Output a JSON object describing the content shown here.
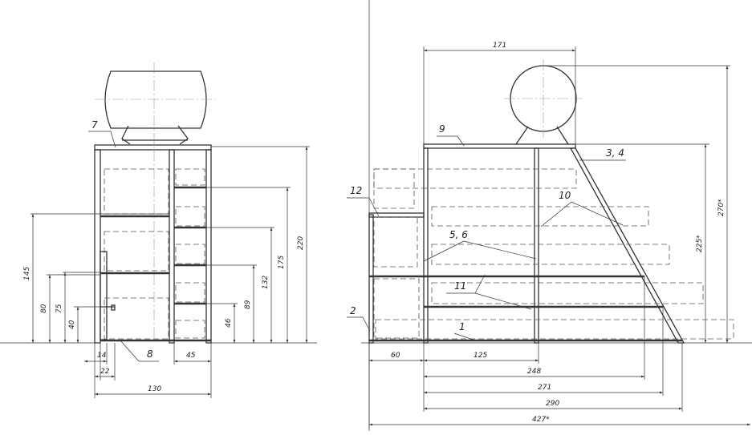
{
  "front_view": {
    "labels": {
      "shelf_top": "7",
      "bottom_rail": "8"
    },
    "dims": {
      "h220": "220",
      "h175": "175",
      "h132": "132",
      "h89": "89",
      "h46": "46",
      "h145": "145",
      "h80": "80",
      "h75": "75",
      "h40": "40",
      "w14": "14",
      "w22": "22",
      "w45": "45",
      "w130": "130"
    }
  },
  "side_view": {
    "labels": {
      "top_beam": "9",
      "brace": "3, 4",
      "shelf_rails": "10",
      "step": "12",
      "posts": "5, 6",
      "mid_rails": "11",
      "base": "1",
      "ground": "2"
    },
    "dims": {
      "w171": "171",
      "h270": "270*",
      "h225": "225*",
      "w60": "60",
      "w125": "125",
      "w248": "248",
      "w271": "271",
      "w290": "290",
      "w427": "427*"
    }
  }
}
